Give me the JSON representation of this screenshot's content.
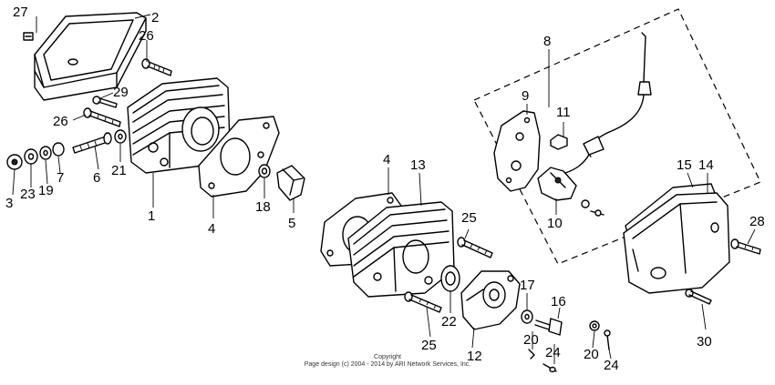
{
  "diagram": {
    "callouts": [
      {
        "id": "c27a",
        "text": "27"
      },
      {
        "id": "c2",
        "text": "2"
      },
      {
        "id": "c26a",
        "text": "26"
      },
      {
        "id": "c29",
        "text": "29"
      },
      {
        "id": "c26b",
        "text": "26"
      },
      {
        "id": "c3",
        "text": "3"
      },
      {
        "id": "c23",
        "text": "23"
      },
      {
        "id": "c19",
        "text": "19"
      },
      {
        "id": "c7",
        "text": "7"
      },
      {
        "id": "c6",
        "text": "6"
      },
      {
        "id": "c21",
        "text": "21"
      },
      {
        "id": "c1",
        "text": "1"
      },
      {
        "id": "c4a",
        "text": "4"
      },
      {
        "id": "c18",
        "text": "18"
      },
      {
        "id": "c5",
        "text": "5"
      },
      {
        "id": "c8",
        "text": "8"
      },
      {
        "id": "c9",
        "text": "9"
      },
      {
        "id": "c11",
        "text": "11"
      },
      {
        "id": "c10",
        "text": "10"
      },
      {
        "id": "c4b",
        "text": "4"
      },
      {
        "id": "c13",
        "text": "13"
      },
      {
        "id": "c25a",
        "text": "25"
      },
      {
        "id": "c22",
        "text": "22"
      },
      {
        "id": "c25b",
        "text": "25"
      },
      {
        "id": "c12",
        "text": "12"
      },
      {
        "id": "c17",
        "text": "17"
      },
      {
        "id": "c16",
        "text": "16"
      },
      {
        "id": "c20a",
        "text": "20"
      },
      {
        "id": "c24a",
        "text": "24"
      },
      {
        "id": "c20b",
        "text": "20"
      },
      {
        "id": "c24b",
        "text": "24"
      },
      {
        "id": "c15",
        "text": "15"
      },
      {
        "id": "c14",
        "text": "14"
      },
      {
        "id": "c28",
        "text": "28"
      },
      {
        "id": "c30",
        "text": "30"
      }
    ],
    "copyright": {
      "line1": "Copyright",
      "line2": "Page design (c) 2004 - 2014 by ARI Network Services, Inc."
    }
  }
}
